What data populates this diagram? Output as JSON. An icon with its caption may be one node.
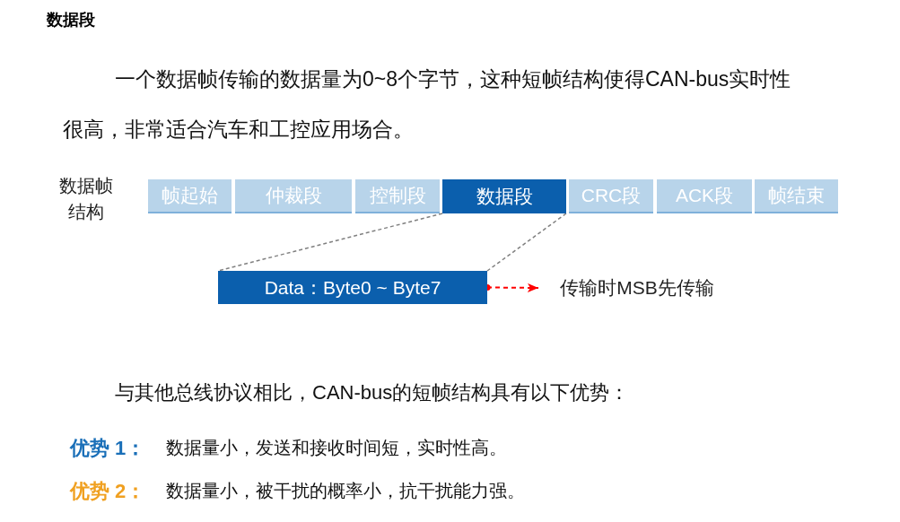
{
  "diagram": {
    "title": "数据段",
    "nodes": [
      {
        "text": [
          "帧起始"
        ]
      },
      {
        "text": [
          "仲裁段"
        ]
      },
      {
        "text": [
          "控制段"
        ]
      },
      {
        "text": [
          "数据段"
        ]
      },
      {
        "text": [
          "CRC段"
        ]
      },
      {
        "text": [
          "ACK段"
        ]
      },
      {
        "text": [
          "帧结束"
        ]
      },
      {
        "text": [
          "Data：Byte0 ~ Byte7"
        ]
      },
      {
        "text": [
          "传输时MSB先传输"
        ]
      }
    ],
    "edges": [
      {
        "from": 3,
        "to": 7,
        "arrow": "none",
        "style": "dashed",
        "color": "#808080"
      },
      {
        "from": 3,
        "to": 7,
        "arrow": "none",
        "style": "dashed",
        "color": "#808080"
      },
      {
        "from": 7,
        "to": 8,
        "arrow": "to",
        "style": "dashed",
        "color": "#ff0000"
      }
    ],
    "labels": [
      "一个数据帧传输的数据量为0~8个字节，这种短帧结构使得CAN-bus实时性很高，非常适合汽车和工控应用场合。",
      "数据帧结构",
      "与其他总线协议相比，CAN-bus的短帧结构具有以下优势：",
      "优势 1：",
      "数据量小，发送和接收时间短，实时性高。",
      "优势 2：",
      "数据量小，被干扰的概率小，抗干扰能力强。"
    ]
  }
}
